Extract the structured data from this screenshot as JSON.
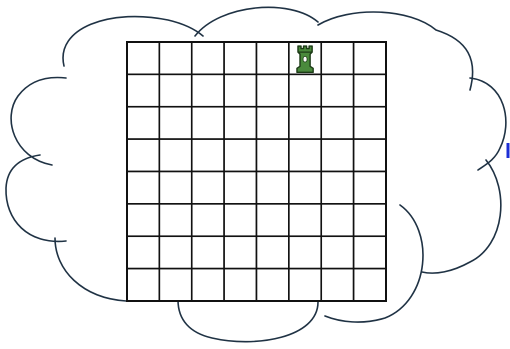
{
  "board": {
    "rows": 8,
    "cols": 8,
    "pieces": [
      {
        "type": "rook",
        "color": "green",
        "row": 0,
        "col": 5
      }
    ]
  },
  "colors": {
    "cloud_outline": "#1f3244",
    "grid_line": "#111111",
    "rook_fill": "#4a8a3c",
    "rook_outline": "#1c3a16",
    "edge_accent": "#1d2fd6"
  },
  "icons": {
    "cloud": "thought-cloud-icon",
    "rook": "rook-icon"
  }
}
